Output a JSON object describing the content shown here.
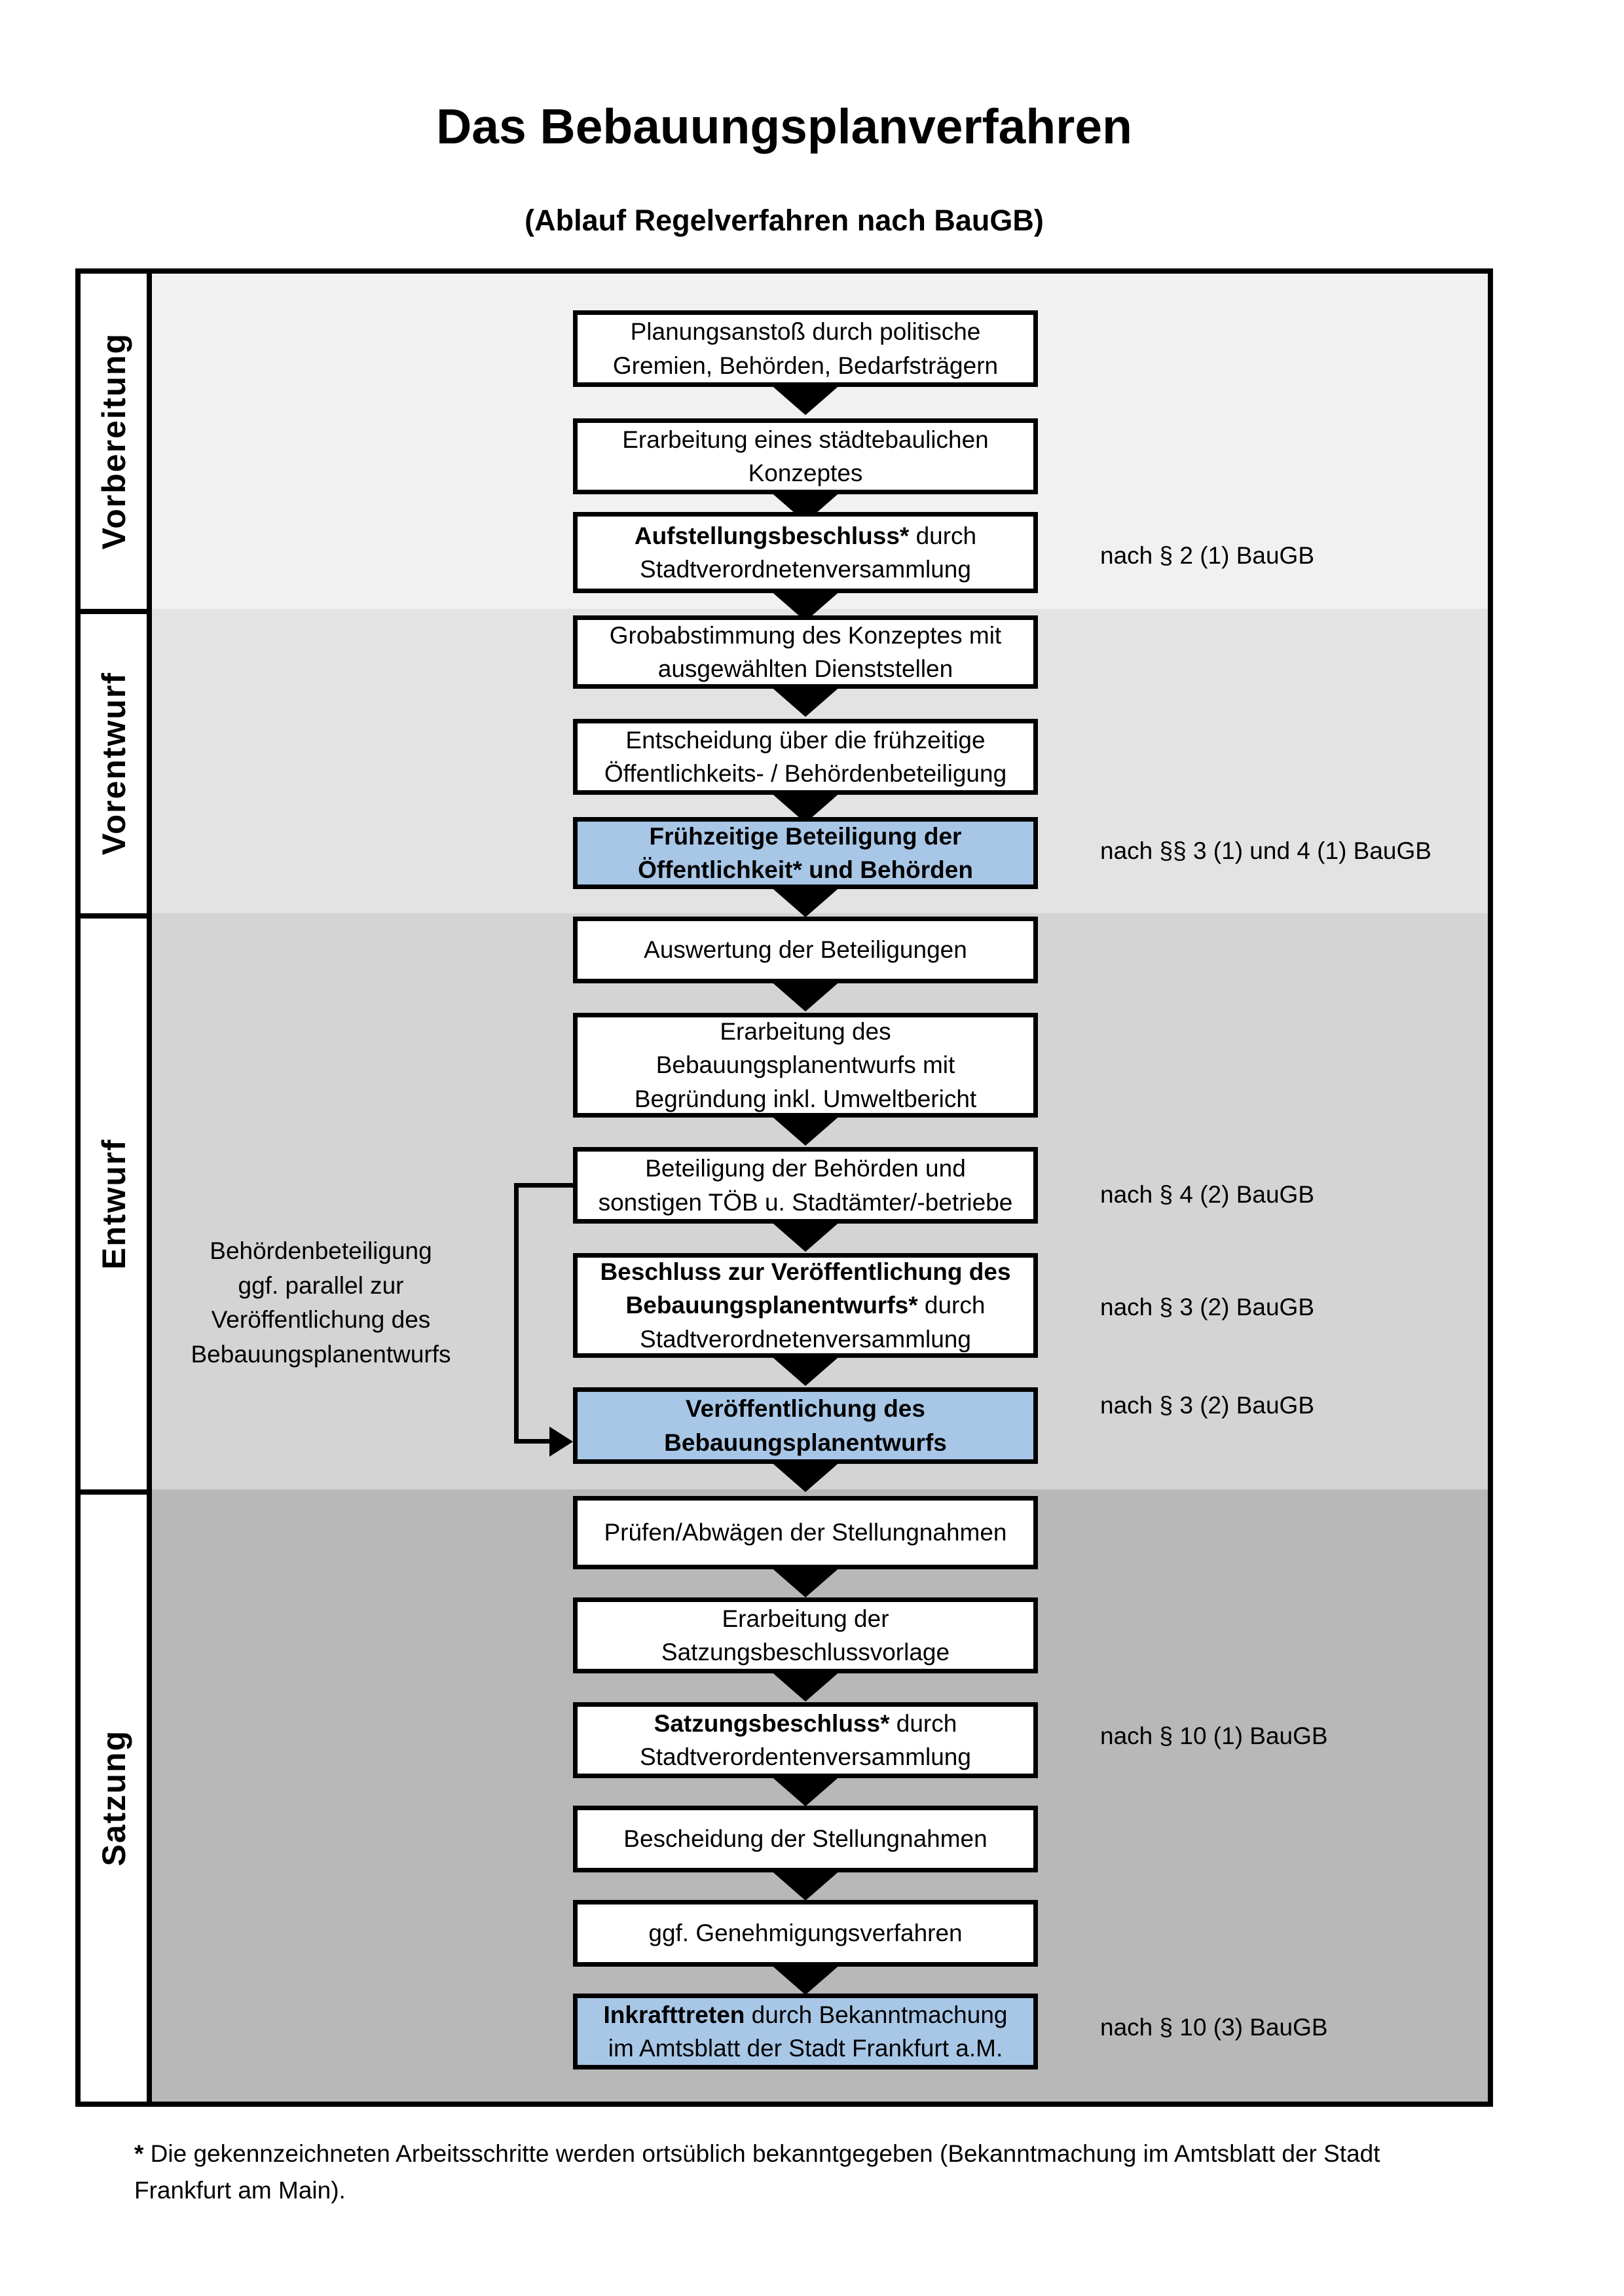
{
  "title": "Das Bebauungsplanverfahren",
  "subtitle": "(Ablauf Regelverfahren nach BauGB)",
  "phases": [
    {
      "label": "Vorbereitung",
      "bg": "#f1f1f1"
    },
    {
      "label": "Vorentwurf",
      "bg": "#e3e3e3"
    },
    {
      "label": "Entwurf",
      "bg": "#d4d4d4"
    },
    {
      "label": "Satzung",
      "bg": "#b8b8b8"
    }
  ],
  "flow": {
    "b1": {
      "text": "Planungsanstoß durch politische\nGremien, Behörden, Bedarfsträgern"
    },
    "b2": {
      "text": "Erarbeitung eines städtebaulichen\nKonzeptes"
    },
    "b3": {
      "bold": "Aufstellungsbeschluss*",
      "text": " durch\nStadtverordnetenversammlung"
    },
    "b4": {
      "text": "Grobabstimmung des Konzeptes mit\nausgewählten Dienststellen"
    },
    "b5": {
      "text": "Entscheidung über die frühzeitige\nÖffentlichkeits- / Behördenbeteiligung"
    },
    "b6": {
      "bold": "Frühzeitige Beteiligung der\nÖffentlichkeit* und Behörden"
    },
    "b7": {
      "text": "Auswertung der Beteiligungen"
    },
    "b8": {
      "text": "Erarbeitung des\nBebauungsplanentwurfs mit\nBegründung inkl. Umweltbericht"
    },
    "b9": {
      "text": "Beteiligung der Behörden und\nsonstigen TÖB u. Stadtämter/-betriebe"
    },
    "b10": {
      "bold": "Beschluss zur Veröffentlichung des\nBebauungsplanentwurfs*",
      "text": " durch\nStadtverordnetenversammlung"
    },
    "b11": {
      "bold": "Veröffentlichung des\nBebauungsplanentwurfs"
    },
    "b12": {
      "text": "Prüfen/Abwägen der Stellungnahmen"
    },
    "b13": {
      "text": "Erarbeitung der\nSatzungsbeschlussvorlage"
    },
    "b14": {
      "bold": "Satzungsbeschluss*",
      "text": " durch\nStadtverordentenversammlung"
    },
    "b15": {
      "text": "Bescheidung der Stellungnahmen"
    },
    "b16": {
      "text": "ggf. Genehmigungsverfahren"
    },
    "b17": {
      "bold": "Inkrafttreten",
      "text": " durch Bekanntmachung\nim Amtsblatt der Stadt Frankfurt a.M."
    }
  },
  "side_note": "Behördenbeteiligung\nggf. parallel zur\nVeröffentlichung des\nBebauungsplanentwurfs",
  "law_refs": [
    {
      "text": "nach § 2 (1) BauGB"
    },
    {
      "text": "nach §§ 3 (1) und 4 (1) BauGB"
    },
    {
      "text": "nach § 4 (2) BauGB"
    },
    {
      "text": "nach § 3 (2) BauGB"
    },
    {
      "text": "nach § 3 (2) BauGB"
    },
    {
      "text": "nach § 10 (1) BauGB"
    },
    {
      "text": "nach § 10 (3) BauGB"
    }
  ],
  "footnote": {
    "marker": "*",
    "text": " Die gekennzeichneten Arbeitsschritte werden ortsüblich bekanntgegeben (Bekanntmachung im Amtsblatt  der Stadt\nFrankfurt am Main)."
  },
  "colors": {
    "highlight": "#a8c7e7",
    "border": "#000000",
    "phase_bg": [
      "#f1f1f1",
      "#e3e3e3",
      "#d4d4d4",
      "#b8b8b8"
    ]
  }
}
